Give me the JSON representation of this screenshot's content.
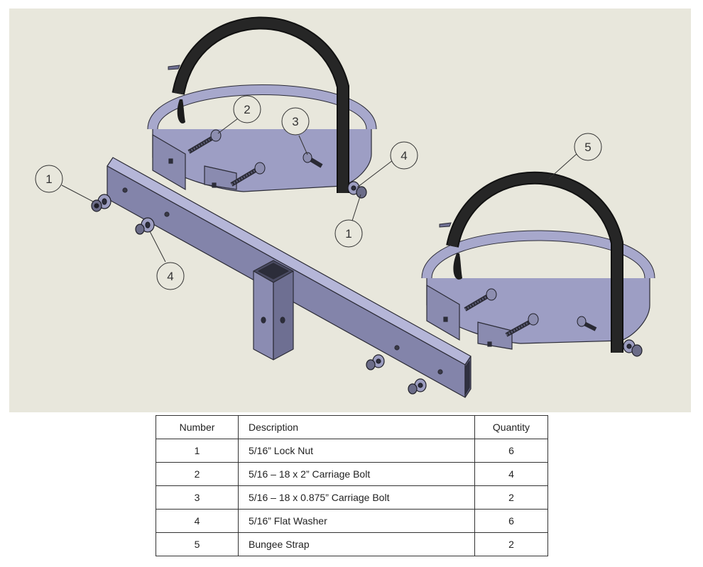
{
  "diagram": {
    "background": "#e8e7dc",
    "steel": "#9fa0c6",
    "steel_dark": "#5a5b76",
    "strap": "#1f1f1f",
    "callouts": [
      "1",
      "2",
      "3",
      "4",
      "1",
      "4",
      "5"
    ]
  },
  "table": {
    "headers": {
      "number": "Number",
      "description": "Description",
      "quantity": "Quantity"
    },
    "rows": [
      {
        "number": "1",
        "description": "5/16” Lock Nut",
        "quantity": "6"
      },
      {
        "number": "2",
        "description": "5/16 – 18 x 2” Carriage Bolt",
        "quantity": "4"
      },
      {
        "number": "3",
        "description": "5/16 – 18 x 0.875” Carriage Bolt",
        "quantity": "2"
      },
      {
        "number": "4",
        "description": "5/16” Flat Washer",
        "quantity": "6"
      },
      {
        "number": "5",
        "description": "Bungee Strap",
        "quantity": "2"
      }
    ]
  }
}
